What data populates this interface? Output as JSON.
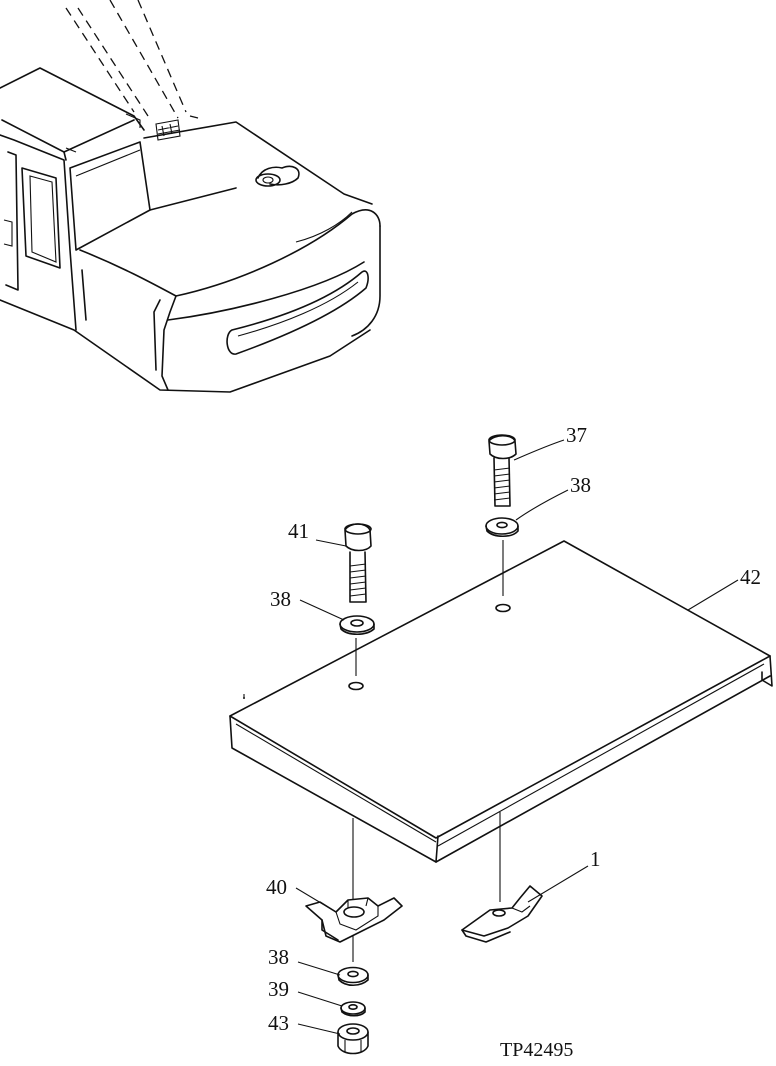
{
  "diagram": {
    "figure_code": "TP42495",
    "callouts": [
      {
        "id": "37",
        "label": "37"
      },
      {
        "id": "38a",
        "label": "38"
      },
      {
        "id": "41",
        "label": "41"
      },
      {
        "id": "38b",
        "label": "38"
      },
      {
        "id": "42",
        "label": "42"
      },
      {
        "id": "1",
        "label": "1"
      },
      {
        "id": "40",
        "label": "40"
      },
      {
        "id": "38c",
        "label": "38"
      },
      {
        "id": "39",
        "label": "39"
      },
      {
        "id": "43",
        "label": "43"
      }
    ]
  }
}
